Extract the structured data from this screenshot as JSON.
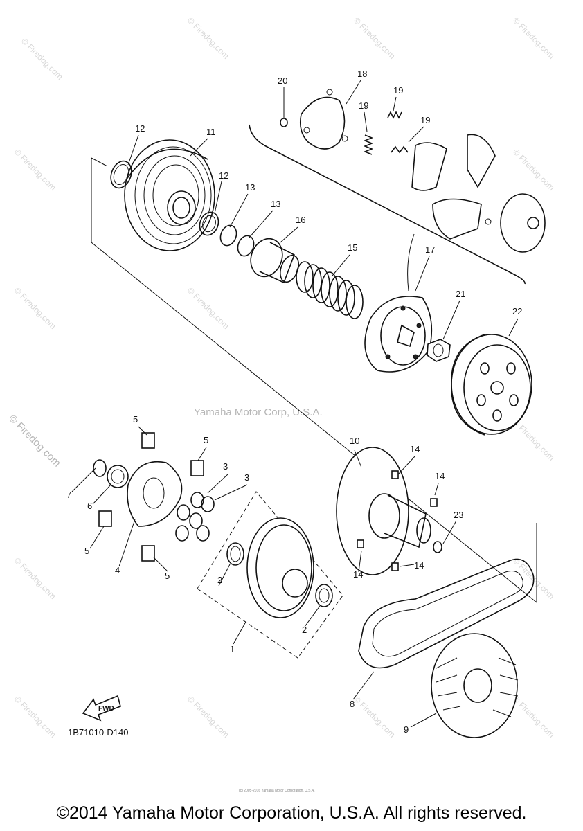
{
  "watermark": {
    "site": "© Firedog.com",
    "center": "Yamaha Motor Corp, U.S.A."
  },
  "diagram_code": "1B71010-D140",
  "fwd_label": "FWD",
  "tiny_notice": "(c) 2005-2016 Yamaha Motor Corporation, U.S.A.",
  "footer": "©2014 Yamaha Motor Corporation, U.S.A. All rights reserved.",
  "callouts": [
    "1",
    "2",
    "2",
    "3",
    "3",
    "4",
    "5",
    "5",
    "5",
    "5",
    "6",
    "7",
    "8",
    "9",
    "10",
    "11",
    "12",
    "12",
    "13",
    "13",
    "14",
    "14",
    "14",
    "14",
    "15",
    "16",
    "17",
    "18",
    "19",
    "19",
    "19",
    "20",
    "21",
    "22",
    "23"
  ]
}
